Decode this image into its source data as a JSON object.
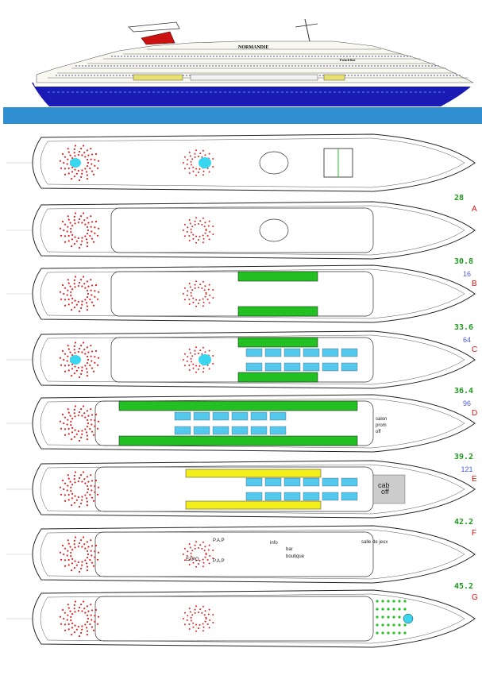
{
  "ship": {
    "name": "NORMANDIE",
    "flag_text": "French line",
    "colors": {
      "hull": "#1a1ab4",
      "band": "#2f8fd0",
      "funnel": "#cc1111",
      "seat_red": "#dd2222",
      "green": "#22c022",
      "cyan": "#3ad6f0",
      "yellow": "#f2ee1a",
      "blue_seat": "#55c8ee"
    }
  },
  "decks": [
    {
      "id": "top",
      "height": "",
      "count": "",
      "letter": "",
      "rooms": []
    },
    {
      "id": "A",
      "height": "28",
      "count": "",
      "letter": "A",
      "rooms": []
    },
    {
      "id": "B",
      "height": "30.8",
      "count": "16",
      "letter": "B",
      "rooms": []
    },
    {
      "id": "C",
      "height": "33.6",
      "count": "64",
      "letter": "C",
      "rooms": []
    },
    {
      "id": "D",
      "height": "36.4",
      "count": "96",
      "letter": "D",
      "rooms": [
        "salon",
        "prom",
        "off"
      ]
    },
    {
      "id": "E",
      "height": "39.2",
      "count": "121",
      "letter": "E",
      "rooms": [
        "cab",
        "off"
      ]
    },
    {
      "id": "F",
      "height": "42.2",
      "count": "",
      "letter": "F",
      "rooms": [
        "P.A.P",
        "P.A.P",
        "EXPO",
        "salle de jeux",
        "info",
        "bar",
        "boutique"
      ]
    },
    {
      "id": "G",
      "height": "45.2",
      "count": "",
      "letter": "G",
      "rooms": []
    }
  ]
}
